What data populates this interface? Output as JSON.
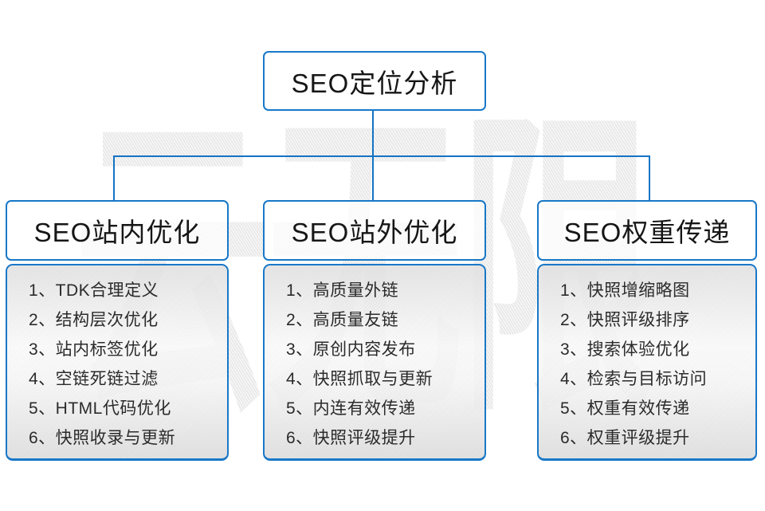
{
  "page": {
    "background": "#ffffff",
    "accent_blue": "#1878c8",
    "connector_blue": "#1473c4",
    "text_color": "#161616"
  },
  "watermark": {
    "text": "云无限"
  },
  "root": {
    "title": "SEO定位分析"
  },
  "columns": [
    {
      "title": "SEO站内优化",
      "items": [
        "1、TDK合理定义",
        "2、结构层次优化",
        "3、站内标签优化",
        "4、空链死链过滤",
        "5、HTML代码优化",
        "6、快照收录与更新"
      ]
    },
    {
      "title": "SEO站外优化",
      "items": [
        "1、高质量外链",
        "2、高质量友链",
        "3、原创内容发布",
        "4、快照抓取与更新",
        "5、内连有效传递",
        "6、快照评级提升"
      ]
    },
    {
      "title": "SEO权重传递",
      "items": [
        "1、快照增缩略图",
        "2、快照评级排序",
        "3、搜索体验优化",
        "4、检索与目标访问",
        "5、权重有效传递",
        "6、权重评级提升"
      ]
    }
  ]
}
